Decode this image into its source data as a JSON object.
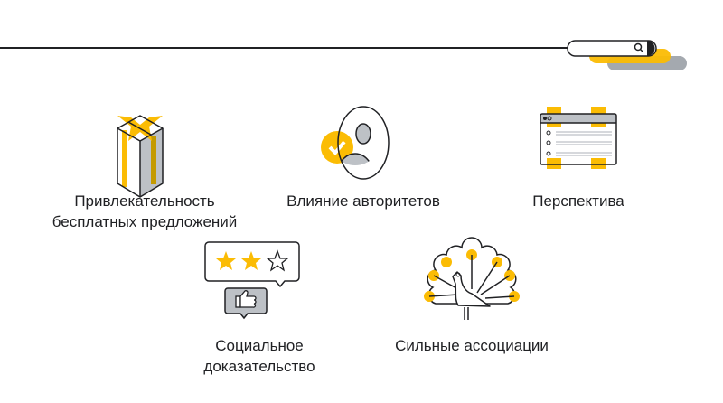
{
  "colors": {
    "accent": "#FBBC04",
    "grey": "#BDC1C6",
    "dark_grey": "#9AA0A6",
    "ink": "#202124"
  },
  "items": [
    {
      "label_line1": "Привлекательность",
      "label_line2": "бесплатных предложений",
      "icon": "gift-box-icon"
    },
    {
      "label_line1": "Влияние авторитетов",
      "icon": "verified-person-icon"
    },
    {
      "label_line1": "Перспектива",
      "icon": "browser-search-results-icon"
    },
    {
      "label_line1": "Социальное",
      "label_line2": "доказательство",
      "icon": "rating-thumbs-up-icon"
    },
    {
      "label_line1": "Сильные ассоциации",
      "icon": "peacock-icon"
    }
  ],
  "rating": {
    "filled_stars": 2,
    "total_stars": 3
  }
}
